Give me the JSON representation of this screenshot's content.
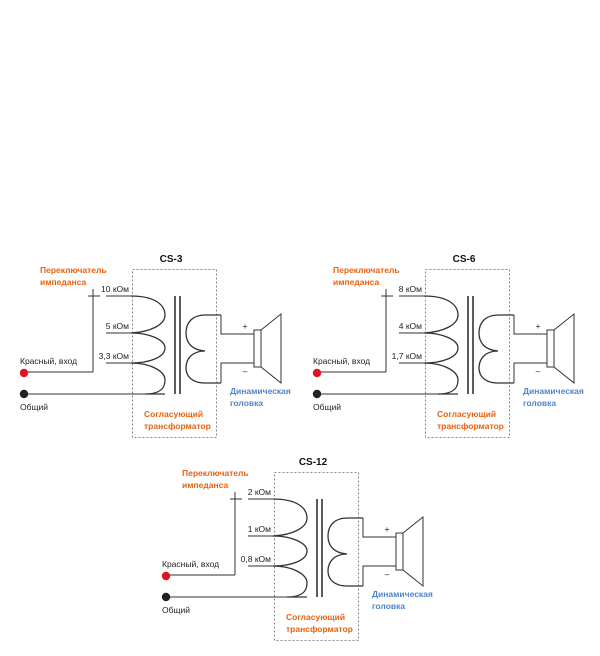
{
  "colors": {
    "input_terminal": "#e0141e",
    "common_terminal": "#222222",
    "switch_label": "#e8620f",
    "transformer_label": "#e8620f",
    "speaker_label": "#4f86c6",
    "wire": "#333333"
  },
  "diagrams": [
    {
      "title": "CS-3",
      "switch_label_line1": "Переключатель",
      "switch_label_line2": "импеданса",
      "taps": [
        "10 кОм",
        "5 кОм",
        "3,3 кОм"
      ],
      "input_label": "Красный, вход",
      "common_label": "Общий",
      "transformer_label_line1": "Согласующий",
      "transformer_label_line2": "трансформатор",
      "speaker_label_line1": "Динамическая",
      "speaker_label_line2": "головка",
      "plus": "+",
      "minus": "–"
    },
    {
      "title": "CS-6",
      "switch_label_line1": "Переключатель",
      "switch_label_line2": "импеданса",
      "taps": [
        "8 кОм",
        "4 кОм",
        "1,7 кОм"
      ],
      "input_label": "Красный, вход",
      "common_label": "Общий",
      "transformer_label_line1": "Согласующий",
      "transformer_label_line2": "трансформатор",
      "speaker_label_line1": "Динамическая",
      "speaker_label_line2": "головка",
      "plus": "+",
      "minus": "–"
    },
    {
      "title": "CS-12",
      "switch_label_line1": "Переключатель",
      "switch_label_line2": "импеданса",
      "taps": [
        "2 кОм",
        "1 кОм",
        "0,8 кОм"
      ],
      "input_label": "Красный, вход",
      "common_label": "Общий",
      "transformer_label_line1": "Согласующий",
      "transformer_label_line2": "трансформатор",
      "speaker_label_line1": "Динамическая",
      "speaker_label_line2": "головка",
      "plus": "+",
      "minus": "–"
    }
  ]
}
